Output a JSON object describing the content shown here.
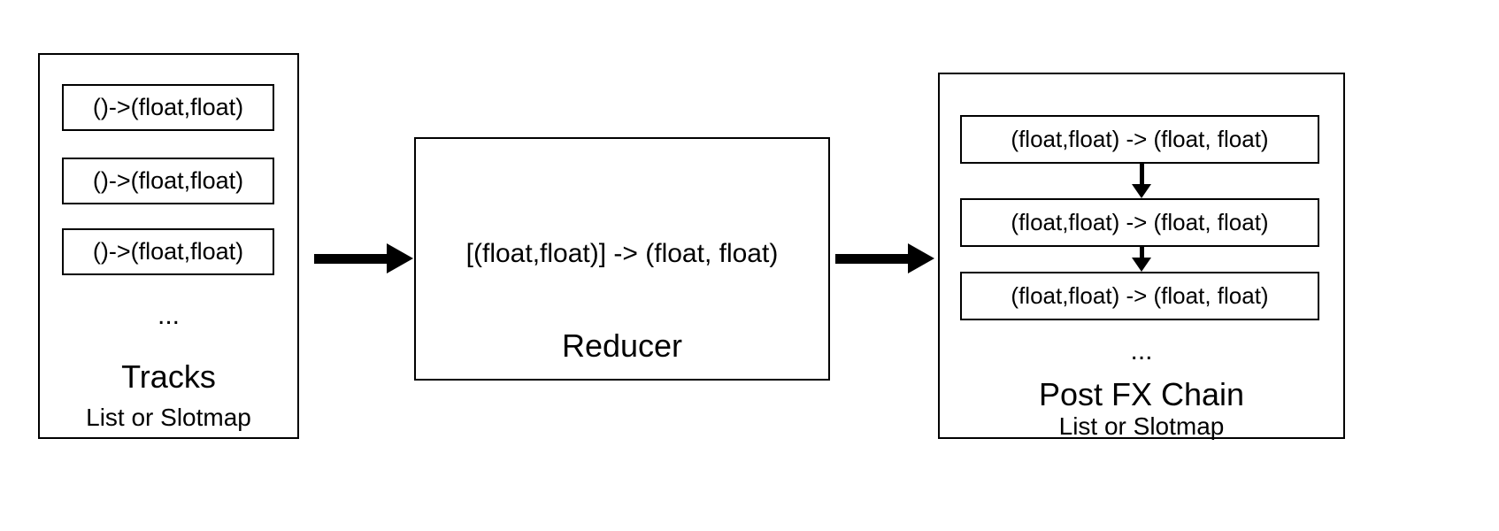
{
  "diagram": {
    "tracks": {
      "title": "Tracks",
      "subtitle": "List or Slotmap",
      "ellipsis": "...",
      "items": [
        "()->(float,float)",
        "()->(float,float)",
        "()->(float,float)"
      ]
    },
    "reducer": {
      "signature": "[(float,float)] -> (float, float)",
      "title": "Reducer"
    },
    "postfx": {
      "title": "Post FX Chain",
      "subtitle": "List or Slotmap",
      "ellipsis": "...",
      "items": [
        "(float,float) -> (float, float)",
        "(float,float) -> (float, float)",
        "(float,float) -> (float, float)"
      ]
    },
    "colors": {
      "stroke": "#000000",
      "background": "#ffffff"
    }
  }
}
